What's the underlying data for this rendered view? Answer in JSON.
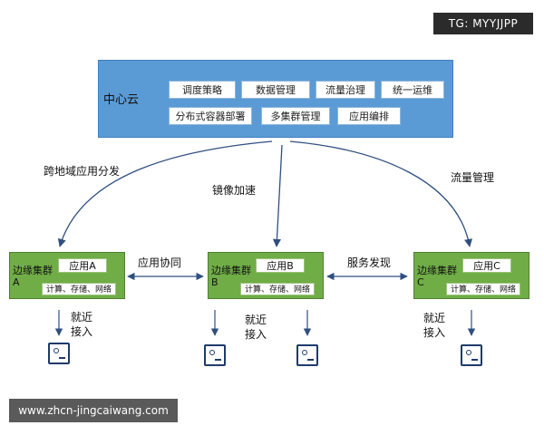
{
  "watermark_top": "TG: MYYJJPP",
  "watermark_bottom": "www.zhcn-jingcaiwang.com",
  "center": {
    "title": "中心云",
    "services": [
      "调度策略",
      "数据管理",
      "流量治理",
      "统一运维",
      "分布式容器部署",
      "多集群管理",
      "应用编排"
    ]
  },
  "flows": {
    "left": "跨地域应用分发",
    "middle": "镜像加速",
    "right": "流量管理"
  },
  "edges": [
    {
      "name": "边缘集群",
      "id": "A",
      "app": "应用A",
      "resources": "计算、存储、网络"
    },
    {
      "name": "边缘集群",
      "id": "B",
      "app": "应用B",
      "resources": "计算、存储、网络"
    },
    {
      "name": "边缘集群",
      "id": "C",
      "app": "应用C",
      "resources": "计算、存储、网络"
    }
  ],
  "links": {
    "ab": "应用协同",
    "bc": "服务发现"
  },
  "access_labels": {
    "a": [
      "就近",
      "接入"
    ],
    "b": [
      "就近",
      "接入"
    ],
    "c": [
      "就近",
      "接入"
    ]
  },
  "colors": {
    "cloud": "#5b9bd5",
    "edge": "#70ad47",
    "arrow": "#2f4f7f",
    "device": "#1f3a6b"
  }
}
